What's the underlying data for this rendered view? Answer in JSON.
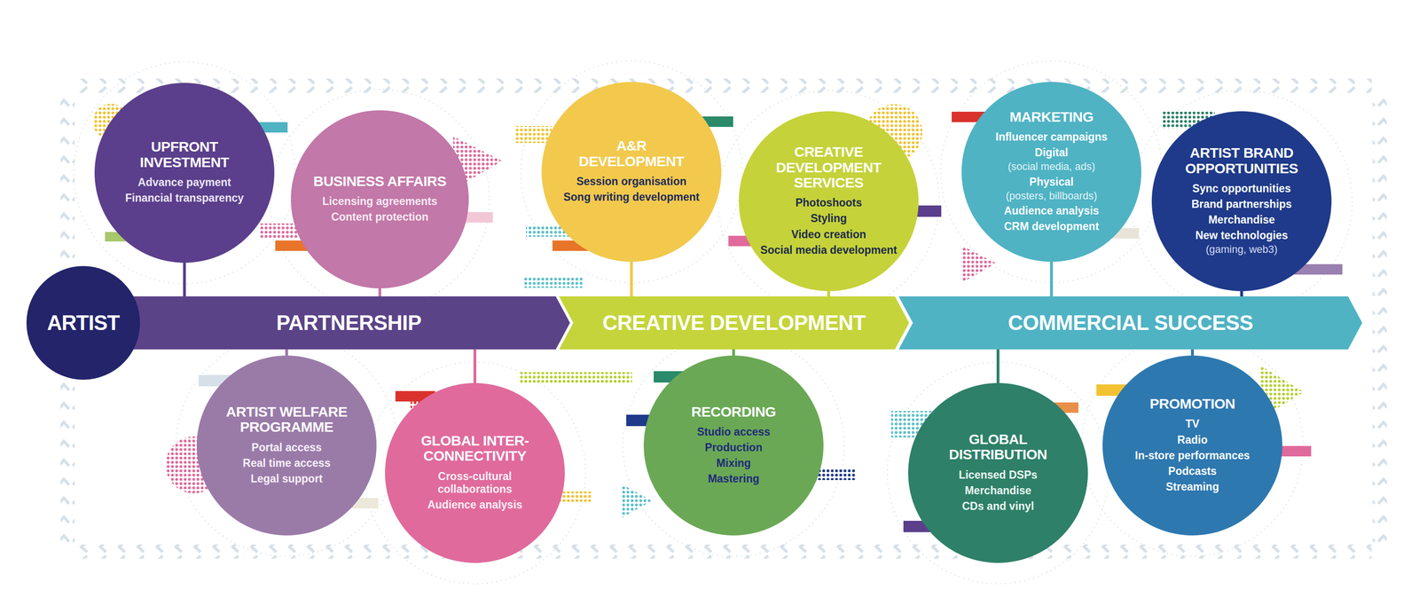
{
  "diagram": {
    "nodes": [
      {
        "text": [
          "ARTIST"
        ]
      },
      {
        "text": [
          "PARTNERSHIP"
        ]
      },
      {
        "text": [
          "CREATIVE DEVELOPMENT"
        ]
      },
      {
        "text": [
          "COMMERCIAL SUCCESS"
        ]
      },
      {
        "text": [
          "UPFRONT INVESTMENT",
          "Advance payment",
          "Financial transparency"
        ]
      },
      {
        "text": [
          "BUSINESS AFFAIRS",
          "Licensing agreements",
          "Content protection"
        ]
      },
      {
        "text": [
          "A&R DEVELOPMENT",
          "Session organisation",
          "Song writing development"
        ]
      },
      {
        "text": [
          "CREATIVE DEVELOPMENT SERVICES",
          "Photoshoots",
          "Styling",
          "Video creation",
          "Social media development"
        ]
      },
      {
        "text": [
          "MARKETING",
          "Influencer campaigns",
          "Digital",
          "(social media, ads)",
          "Physical",
          "(posters, billboards)",
          "Audience analysis",
          "CRM development"
        ]
      },
      {
        "text": [
          "ARTIST BRAND OPPORTUNITIES",
          "Sync opportunities",
          "Brand partnerships",
          "Merchandise",
          "New technologies",
          "(gaming, web3)"
        ]
      },
      {
        "text": [
          "ARTIST WELFARE PROGRAMME",
          "Portal access",
          "Real time access",
          "Legal support"
        ]
      },
      {
        "text": [
          "GLOBAL INTER-CONNECTIVITY",
          "Cross-cultural collaborations",
          "Audience analysis"
        ]
      },
      {
        "text": [
          "RECORDING",
          "Studio access",
          "Production",
          "Mixing",
          "Mastering"
        ]
      },
      {
        "text": [
          "GLOBAL DISTRIBUTION",
          "Licensed DSPs",
          "Merchandise",
          "CDs and vinyl"
        ]
      },
      {
        "text": [
          "PROMOTION",
          "TV",
          "Radio",
          "In-store performances",
          "Podcasts",
          "Streaming"
        ]
      }
    ],
    "edges": [
      {
        "from": 1,
        "to": 4,
        "arrow": "none"
      },
      {
        "from": 1,
        "to": 5,
        "arrow": "none"
      },
      {
        "from": 2,
        "to": 6,
        "arrow": "none"
      },
      {
        "from": 2,
        "to": 7,
        "arrow": "none"
      },
      {
        "from": 3,
        "to": 8,
        "arrow": "none"
      },
      {
        "from": 3,
        "to": 9,
        "arrow": "none"
      },
      {
        "from": 1,
        "to": 10,
        "arrow": "none"
      },
      {
        "from": 1,
        "to": 11,
        "arrow": "none"
      },
      {
        "from": 2,
        "to": 12,
        "arrow": "none"
      },
      {
        "from": 3,
        "to": 13,
        "arrow": "none"
      },
      {
        "from": 3,
        "to": 14,
        "arrow": "none"
      }
    ]
  }
}
